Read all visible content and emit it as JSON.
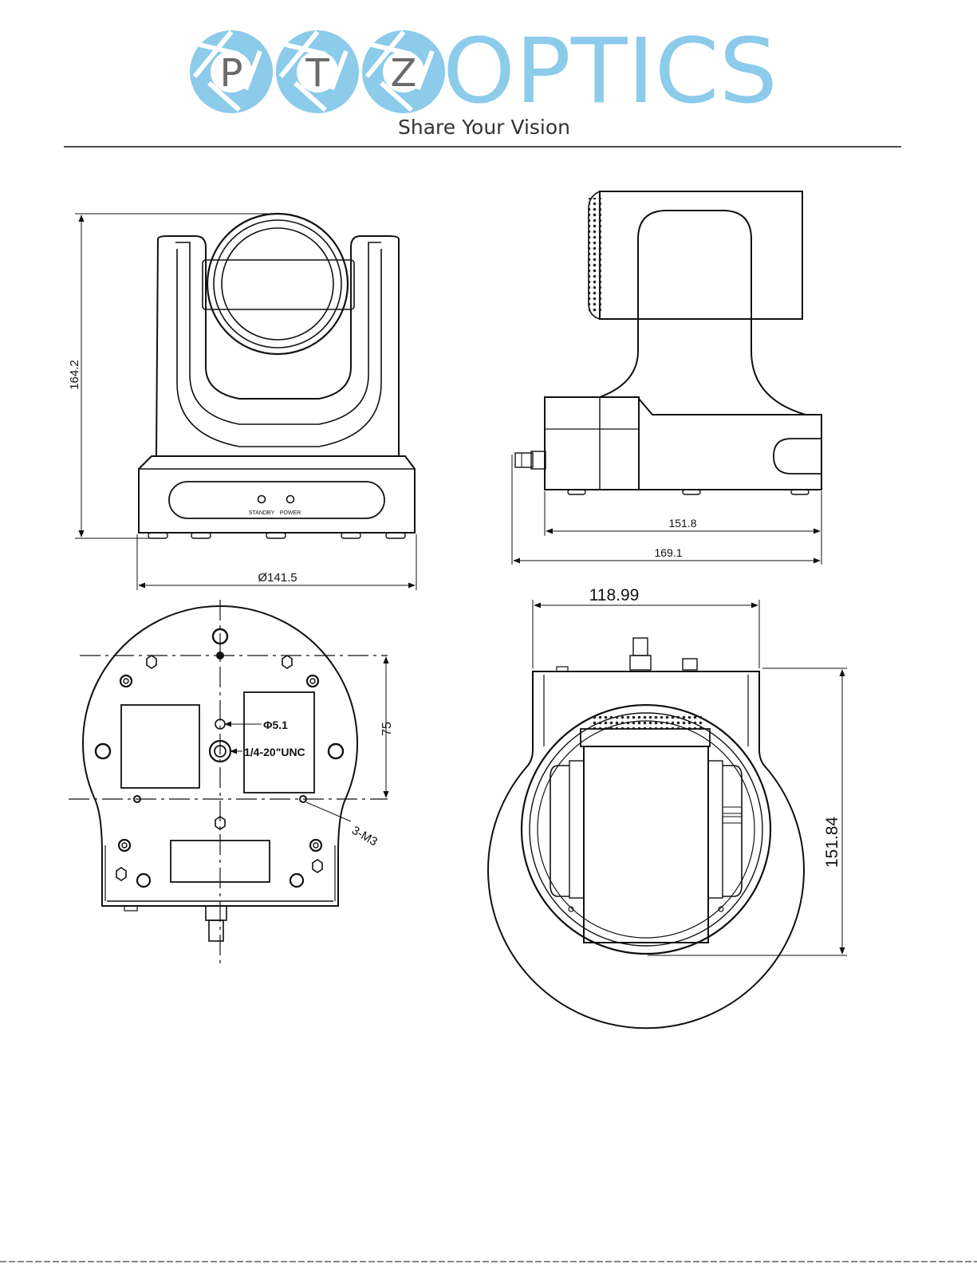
{
  "header": {
    "logo": {
      "letters": [
        "P",
        "T",
        "Z"
      ],
      "word": "OPTICS",
      "brand_color": "#8ccbea",
      "letter_color": "#6b6b6b",
      "tagline": "Share Your Vision"
    }
  },
  "front_view": {
    "height_label": "164.2",
    "width_label": "Ø141.5",
    "standby_label": "STANDBY",
    "power_label": "POWER"
  },
  "side_view": {
    "base_length_label": "151.8",
    "overall_length_label": "169.1"
  },
  "bottom_view": {
    "hole_label": "Φ5.1",
    "thread_label": "1/4-20\"UNC",
    "spacing_label": "75",
    "screws_label": "3-M3"
  },
  "top_view": {
    "width_label": "118.99",
    "depth_label": "151.84"
  }
}
